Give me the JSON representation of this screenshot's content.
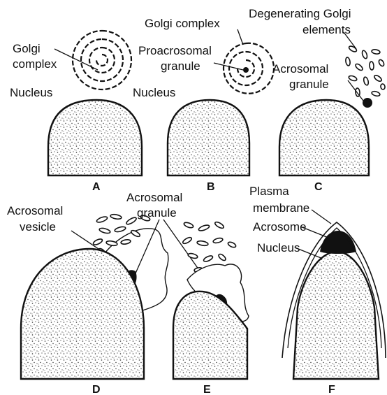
{
  "labels": {
    "golgi_a_line1": "Golgi",
    "golgi_a_line2": "complex",
    "nucleus_a": "Nucleus",
    "golgi_b": "Golgi complex",
    "proacro_line1": "Proacrosomal",
    "proacro_line2": "granule",
    "nucleus_b": "Nucleus",
    "degen_line1": "Degenerating Golgi",
    "degen_line2": "elements",
    "acro_c_line1": "Acrosomal",
    "acro_c_line2": "granule",
    "acro_vesicle_line1": "Acrosomal",
    "acro_vesicle_line2": "vesicle",
    "acro_de_line1": "Acrosomal",
    "acro_de_line2": "granule",
    "plasma_line1": "Plasma",
    "plasma_line2": "membrane",
    "acrosome": "Acrosome",
    "nucleus_f": "Nucleus"
  },
  "panels": [
    "A",
    "B",
    "C",
    "D",
    "E",
    "F"
  ]
}
